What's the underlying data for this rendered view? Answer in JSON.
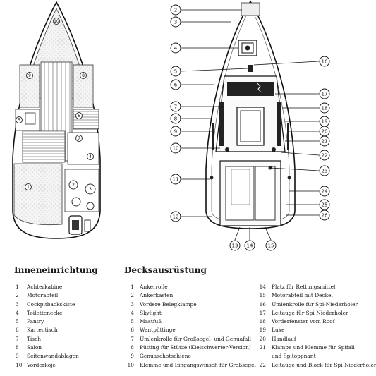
{
  "interior": {
    "heading": "Inneneinrichtung",
    "items": [
      {
        "n": "1",
        "label": "Achterkabine"
      },
      {
        "n": "2",
        "label": "Motorabteil"
      },
      {
        "n": "3",
        "label": "Cockpitbackskiste"
      },
      {
        "n": "4",
        "label": "Toilettenecke"
      },
      {
        "n": "5",
        "label": "Pantry"
      },
      {
        "n": "6",
        "label": "Kartentisch"
      },
      {
        "n": "7",
        "label": "Tisch"
      },
      {
        "n": "8",
        "label": "Salon"
      },
      {
        "n": "9",
        "label": "Seitenwandablagen"
      },
      {
        "n": "10",
        "label": "Vorderkoje"
      }
    ]
  },
  "deck": {
    "heading": "Decksausrüstung",
    "col1": [
      {
        "n": "1",
        "label": "Ankerrolle"
      },
      {
        "n": "2",
        "label": "Ankerkasten"
      },
      {
        "n": "3",
        "label": "Vordere Belegklampe"
      },
      {
        "n": "4",
        "label": "Skylight"
      },
      {
        "n": "5",
        "label": "Mastfuß"
      },
      {
        "n": "6",
        "label": "Wantpüttinge"
      },
      {
        "n": "7",
        "label": "Umlenkrolle für Großsegel- und Genuafall"
      },
      {
        "n": "8",
        "label": "Pütting für Stütze (Kielschwerter-Version)"
      },
      {
        "n": "9",
        "label": "Genuaschotschiene"
      },
      {
        "n": "10",
        "label": "Klemme und Eingangswinsch für Großsegel-"
      }
    ],
    "col2": [
      {
        "n": "14",
        "label": "Platz für Rettungsmittel"
      },
      {
        "n": "15",
        "label": "Motorabteil mit Deckel"
      },
      {
        "n": "16",
        "label": "Umlenkrolle für Spi-Niederholer"
      },
      {
        "n": "17",
        "label": "Leitauge für Spi-Niederholer"
      },
      {
        "n": "18",
        "label": "Vorderfenster vom Roof"
      },
      {
        "n": "19",
        "label": "Luke"
      },
      {
        "n": "20",
        "label": "Handlauf"
      },
      {
        "n": "21",
        "label": "Klampe und Klemme für Spifall"
      },
      {
        "n": "",
        "label": "und Spitoppnant"
      },
      {
        "n": "22",
        "label": "Leitauge und Block für Spi-Niederholer"
      }
    ]
  },
  "interior_plan_markers": [
    "1",
    "2",
    "3",
    "4",
    "5",
    "6",
    "7",
    "8",
    "9",
    "10"
  ],
  "deck_callouts": {
    "left": [
      "2",
      "3",
      "4",
      "5",
      "6",
      "7",
      "8",
      "9",
      "10",
      "11",
      "12"
    ],
    "right": [
      "16",
      "17",
      "18",
      "19",
      "20",
      "21",
      "22",
      "23",
      "24",
      "25",
      "26"
    ],
    "bottom": [
      "13",
      "14",
      "15"
    ]
  }
}
